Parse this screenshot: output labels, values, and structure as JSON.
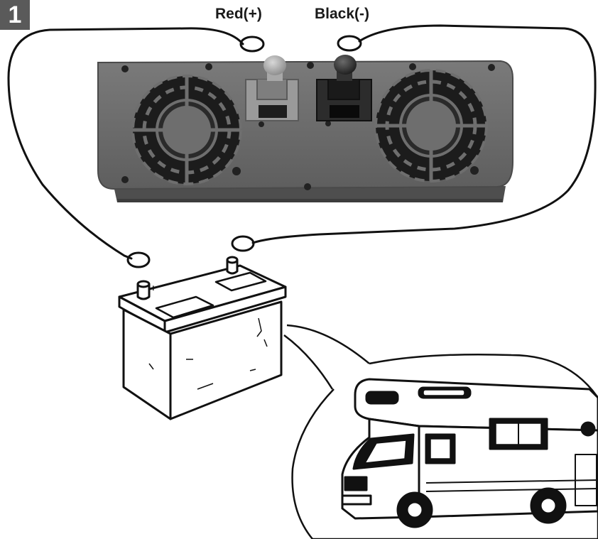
{
  "step": {
    "number": "1"
  },
  "terminals": {
    "positive_label": "Red(+)",
    "negative_label": "Black(-)"
  },
  "battery": {
    "plus_mark": "+"
  },
  "icons": {
    "inverter": "power-inverter-icon",
    "battery": "car-battery-icon",
    "vehicle": "rv-camper-icon"
  }
}
